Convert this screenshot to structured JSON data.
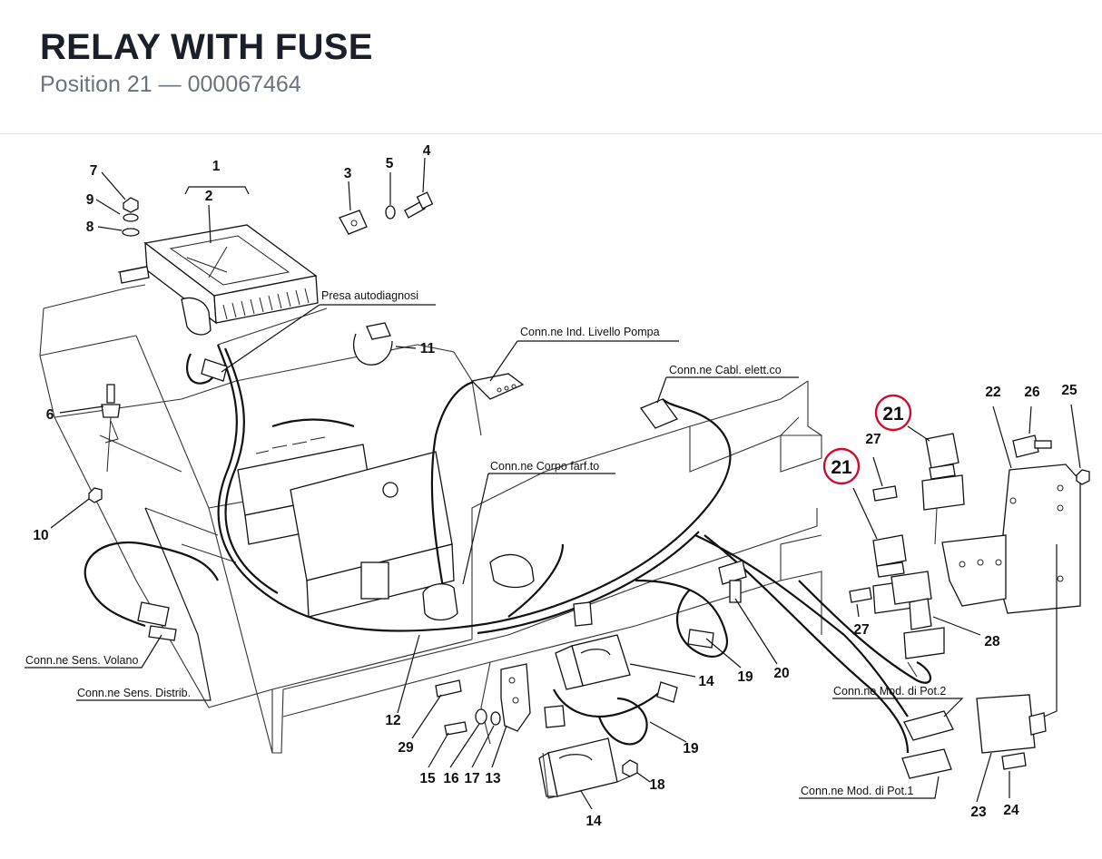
{
  "header": {
    "title": "RELAY WITH FUSE",
    "position_label": "Position 21",
    "separator": "—",
    "part_number": "000067464"
  },
  "highlight": {
    "position": "21",
    "color": "#c8102e"
  },
  "callouts": {
    "c1": "1",
    "c2": "2",
    "c3": "3",
    "c4": "4",
    "c5": "5",
    "c6": "6",
    "c7": "7",
    "c8": "8",
    "c9": "9",
    "c10": "10",
    "c11": "11",
    "c12": "12",
    "c14a": "14",
    "c14b": "14",
    "c15": "15",
    "c16": "16",
    "c17": "17",
    "c13": "13",
    "c18": "18",
    "c19a": "19",
    "c19b": "19",
    "c20": "20",
    "c21a": "21",
    "c21b": "21",
    "c22": "22",
    "c23": "23",
    "c24": "24",
    "c25": "25",
    "c26": "26",
    "c27a": "27",
    "c27b": "27",
    "c28": "28",
    "c29": "29"
  },
  "labels": {
    "presa": "Presa autodiagnosi",
    "pompa": "Conn.ne Ind. Livello Pompa",
    "cabl": "Conn.ne Cabl. elett.co",
    "corpo": "Conn.ne Corpo farf.to",
    "volano": "Conn.ne Sens. Volano",
    "distrib": "Conn.ne Sens. Distrib.",
    "pot2": "Conn.ne Mod. di Pot.2",
    "pot1": "Conn.ne Mod. di Pot.1"
  }
}
